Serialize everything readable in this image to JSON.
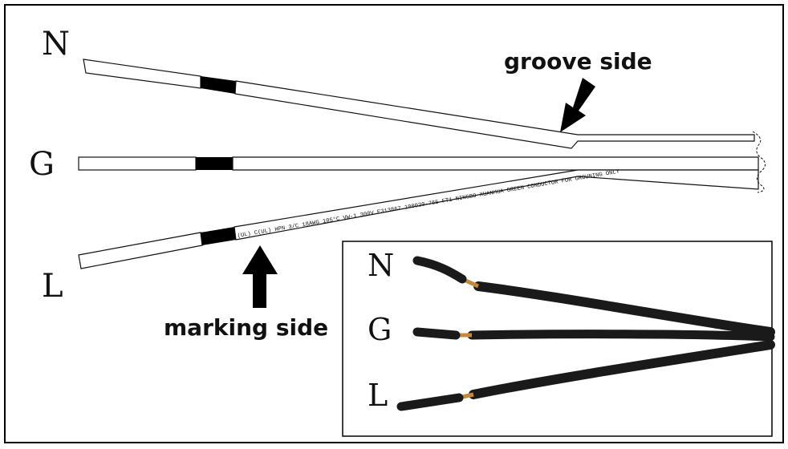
{
  "labels": {
    "n": "N",
    "g": "G",
    "l": "L"
  },
  "callouts": {
    "groove_side": "groove side",
    "marking_side": "marking side"
  },
  "marking_text": "(UL) C(UL) HPN 3/C 18AWG 105°C VW-1 300V E313867 100030-765 FT1 NINGBO XUANHUA GREEN CONDUCTOR FOR GROUNING ONLY",
  "inset": {
    "labels": {
      "n": "N",
      "g": "G",
      "l": "L"
    }
  },
  "colors": {
    "outline": "#111111",
    "insulation_band": "#000000",
    "photo_cable": "#1a1a1a",
    "copper": "#c8883a"
  }
}
